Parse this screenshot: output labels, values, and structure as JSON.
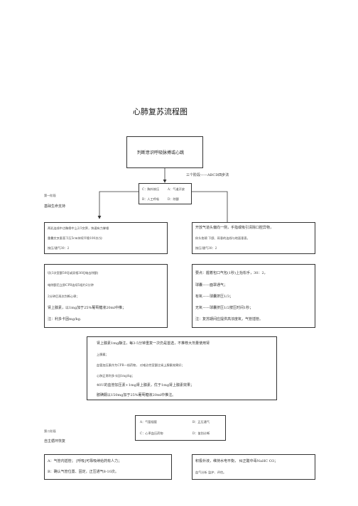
{
  "title": "心肺复苏流程图",
  "top_box": "判断意识呼吸脉搏或心跳",
  "three_stage_label": "三个阶段——ABCD四步法",
  "stage1": {
    "line1": "第一阶段",
    "line2": "基础生命支持"
  },
  "abcd_box": {
    "c": "C：胸外按压",
    "a": "A：气道开放",
    "b": "B：人工呼吸",
    "d": "D：除颤"
  },
  "left_box1": {
    "line1": "两乳连线中点胸骨中上2/3交界，快速有力掌根",
    "line2": "重叠交叉垂直下压5cm持续平稳100次/分",
    "line3": "按压/通气30：2"
  },
  "right_box1": {
    "line1": "开放气道头偏向一侧，手指或吸引清除口腔异物，",
    "line2": "仰头抬颏    下颌、耳垂的连线与地面垂直，",
    "line3": "按压/通气30：2"
  },
  "left_box2": {
    "line1": "切(3次室颤500J或双相360J电击除颤)",
    "line2": "电除颤后立即CPR连续5组约2分钟",
    "line3": "2分钟后再次判断心律；",
    "line4": "肾上腺素，以1mg加于25%葡萄糖液20ml中推；",
    "line5": "注：利多卡因mg/kg."
  },
  "right_box2": {
    "line1": "要点：握着包口气包(1秒)上抬松手，30：2，",
    "line2": "球囊——面罩通气；",
    "line3": "有氧——球囊挤压1/3；",
    "line4": "无氧——球囊挤压1/2按压时间1秒；",
    "line5": "注：复苏期间应提供高浓度氧，气管插管。"
  },
  "center_box": {
    "line1": "肾上腺素1mg静注，每3-5分钟重复一次仍是首选，不推荐大剂量使用肾",
    "line2": "上腺素；",
    "line3": "血管加压素作为CPR一线药物，  对难治性室颤比肾上腺素效果好；",
    "line4": "心肺正常利多卡因1mg/kg；",
    "line5": "40U的血管加压素+1mg肾上腺素，优于1mg肾上腺素效果；",
    "line6": "胺碘酮以150mg加于25%葡萄糖液20ml中推注。"
  },
  "stage2_abcd": {
    "a": "A：气管插管",
    "b": "B：正压通气",
    "c": "C：心率血压药物",
    "d": "D：鉴别诊断"
  },
  "stage2": {
    "line1": "第二阶段",
    "line2": "自主循环恢复"
  },
  "bottom_left": {
    "line1": "A：气管内插管；      [呼吸]可靠吸续给药有人力；",
    "line2": "B：确认气管位置、固定，正压通气8-10次。"
  },
  "bottom_right": {
    "line1": "积极补液，维持水电平衡，  纠正酸中毒NaHC O3；",
    "line2": "血气分析        监护、评估。"
  }
}
